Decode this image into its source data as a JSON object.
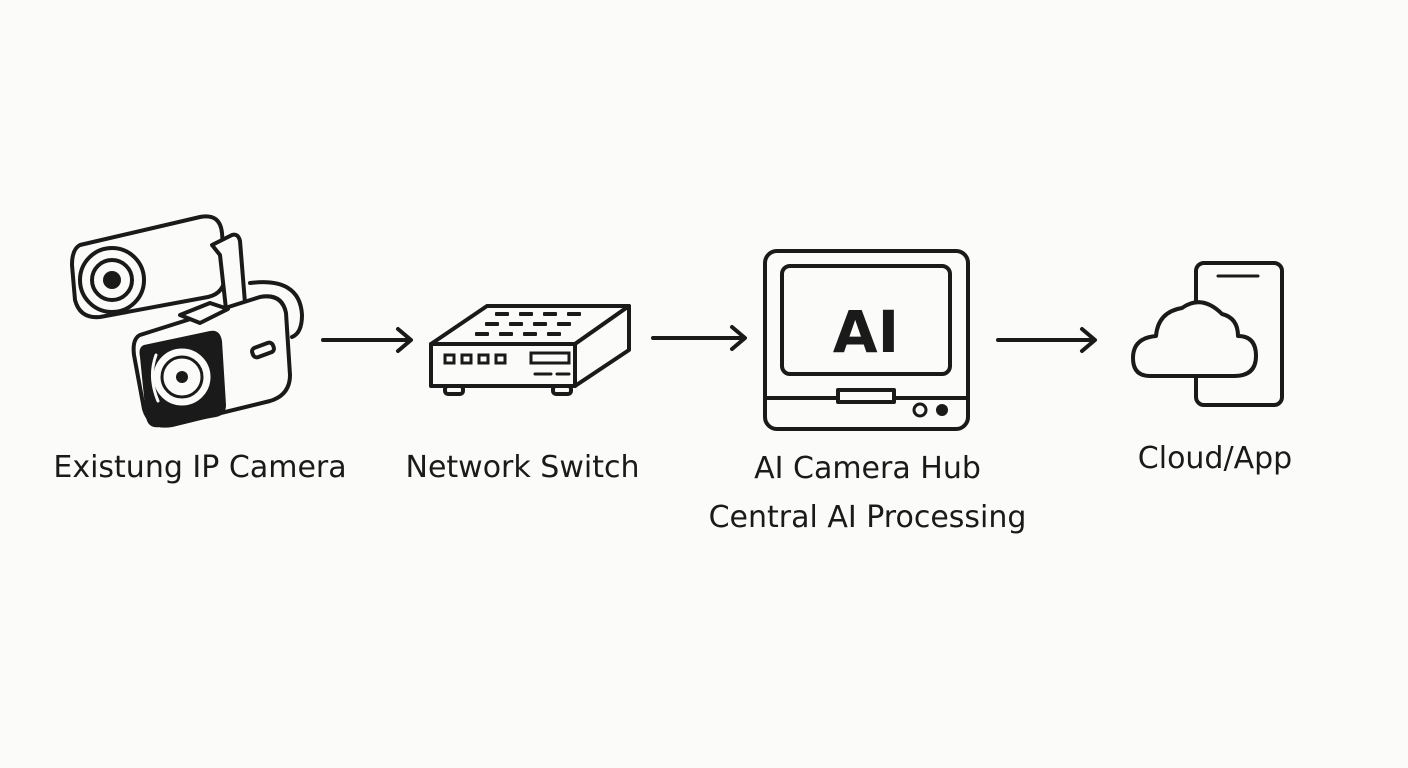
{
  "nodes": [
    {
      "id": "camera",
      "label": "Existung IP Camera",
      "icon": "cctv-camera-icon"
    },
    {
      "id": "switch",
      "label": "Network Switch",
      "icon": "network-switch-icon"
    },
    {
      "id": "hub",
      "label_line1": "AI Camera Hub",
      "label_line2": "Central AI Processing",
      "screen_text": "AI",
      "icon": "ai-hub-monitor-icon"
    },
    {
      "id": "cloud",
      "label": "Cloud/App",
      "icon": "cloud-phone-icon"
    }
  ],
  "connectors": [
    "arrow-right-icon",
    "arrow-right-icon",
    "arrow-right-icon"
  ],
  "colors": {
    "ink": "#1a1a1a",
    "background": "#fbfbfa"
  }
}
